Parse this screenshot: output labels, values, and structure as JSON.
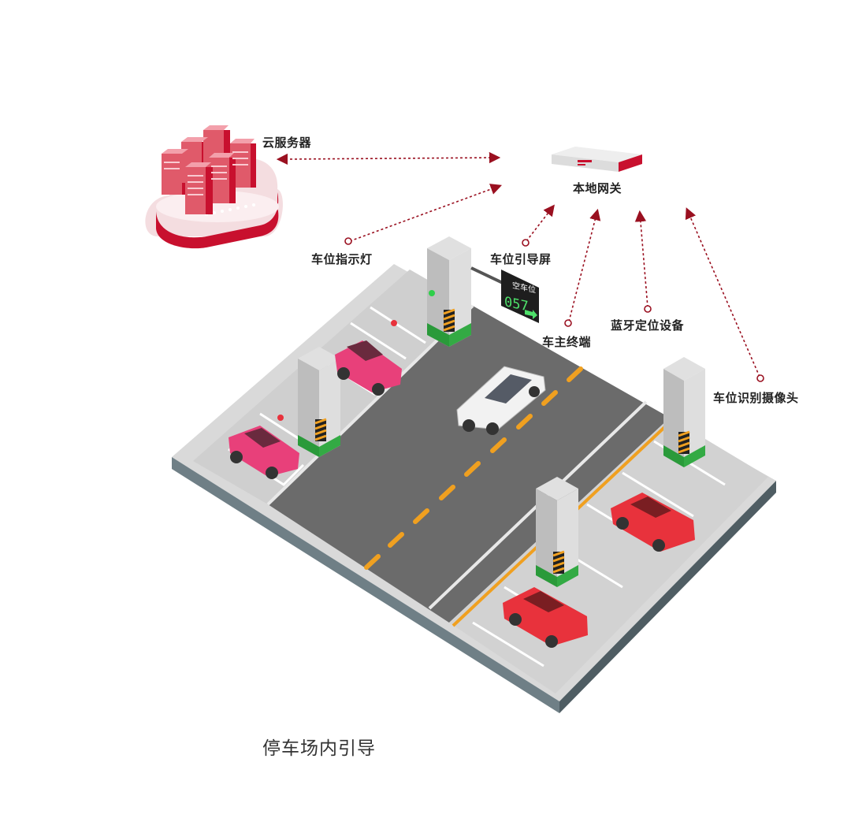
{
  "labels": {
    "cloud_server": "云服务器",
    "local_gateway": "本地网关",
    "space_indicator": "车位指示灯",
    "guide_screen": "车位引导屏",
    "owner_terminal": "车主终端",
    "bluetooth_device": "蓝牙定位设备",
    "recognition_camera": "车位识别摄像头"
  },
  "screen": {
    "title": "空车位",
    "count": "057"
  },
  "caption": "停车场内引导",
  "colors": {
    "accent": "#c8102e",
    "link": "#9a1020",
    "car": "#e8323c",
    "car_pink": "#e8407a",
    "lane": "#f0a020",
    "green": "#2a9a3a"
  }
}
